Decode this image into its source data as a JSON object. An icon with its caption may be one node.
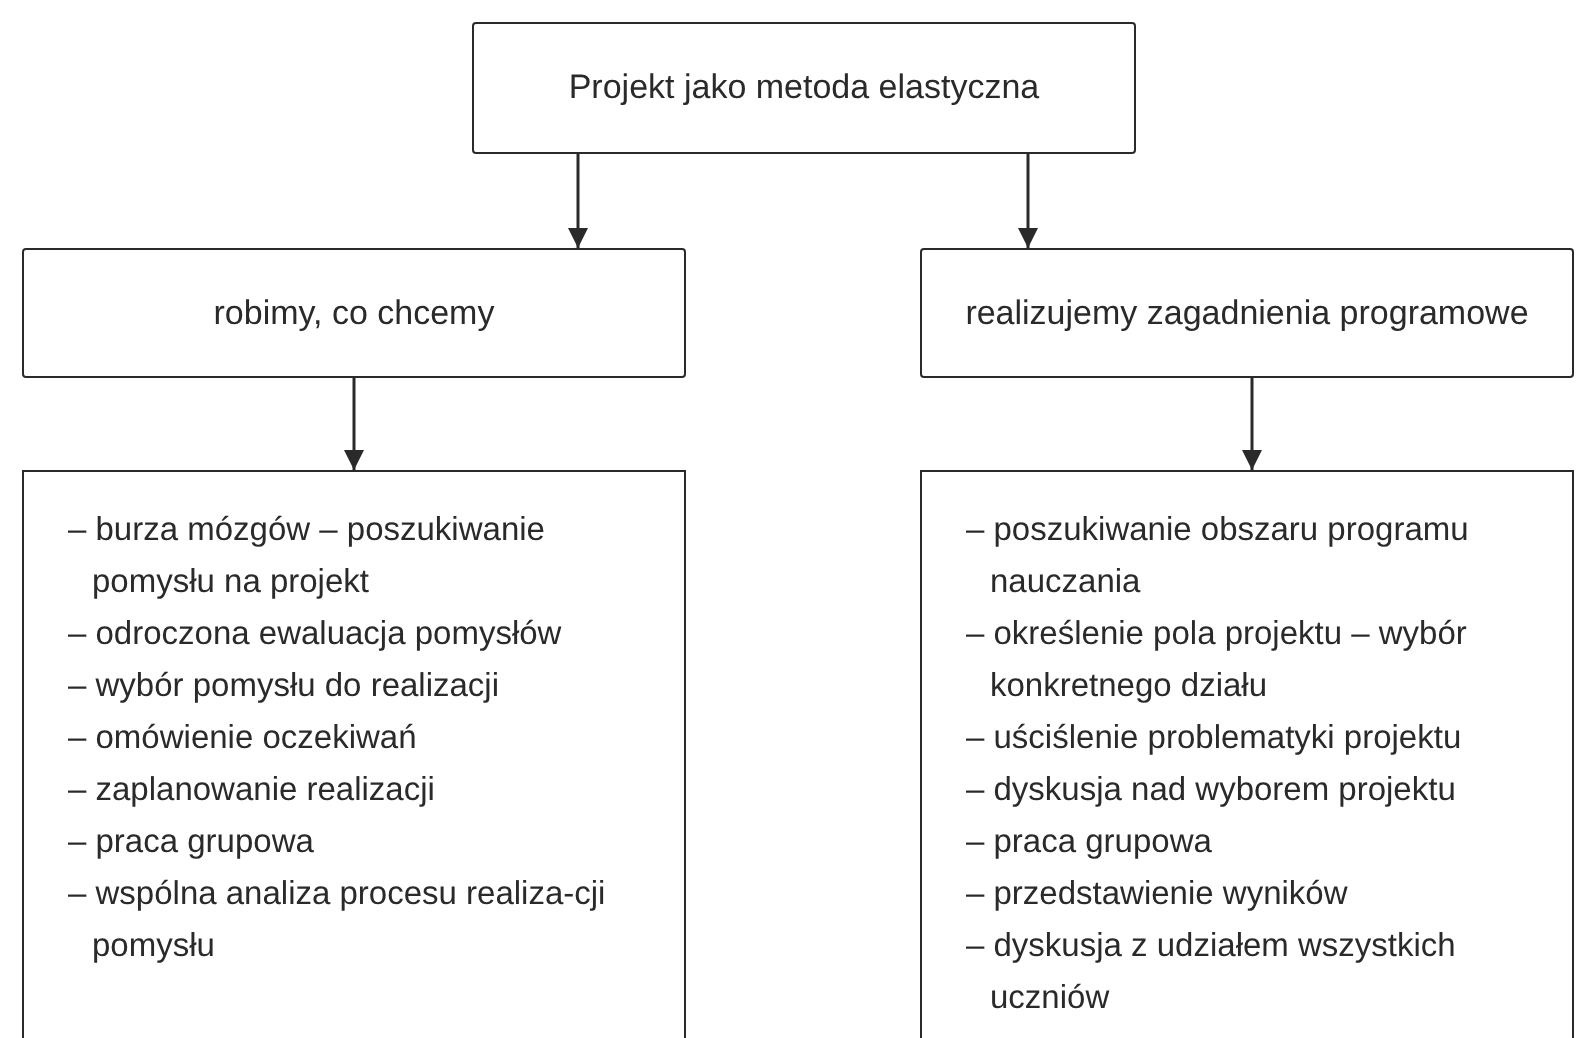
{
  "diagram": {
    "nodes": [
      {
        "text": [
          "Projekt jako metoda elastyczna"
        ]
      },
      {
        "text": [
          "robimy, co chcemy"
        ]
      },
      {
        "text": [
          "realizujemy zagadnienia programowe"
        ]
      },
      {
        "text": [
          "– burza mózgów – poszukiwanie pomysłu na projekt",
          "– odroczona ewaluacja pomysłów",
          "– wybór pomysłu do realizacji",
          "– omówienie oczekiwań",
          "– zaplanowanie realizacji",
          "– praca grupowa",
          "– wspólna analiza procesu realiza-cji pomysłu"
        ]
      },
      {
        "text": [
          "– poszukiwanie obszaru programu nauczania",
          "– określenie pola projektu – wybór konkretnego działu",
          "– uściślenie problematyki projektu",
          "– dyskusja nad wyborem projektu",
          "– praca grupowa",
          "– przedstawienie wyników",
          "– dyskusja z udziałem wszystkich uczniów"
        ]
      }
    ],
    "edges": [
      {
        "from": 0,
        "to": 1,
        "arrow": "to"
      },
      {
        "from": 0,
        "to": 2,
        "arrow": "to"
      },
      {
        "from": 1,
        "to": 3,
        "arrow": "to"
      },
      {
        "from": 2,
        "to": 4,
        "arrow": "to"
      }
    ]
  }
}
